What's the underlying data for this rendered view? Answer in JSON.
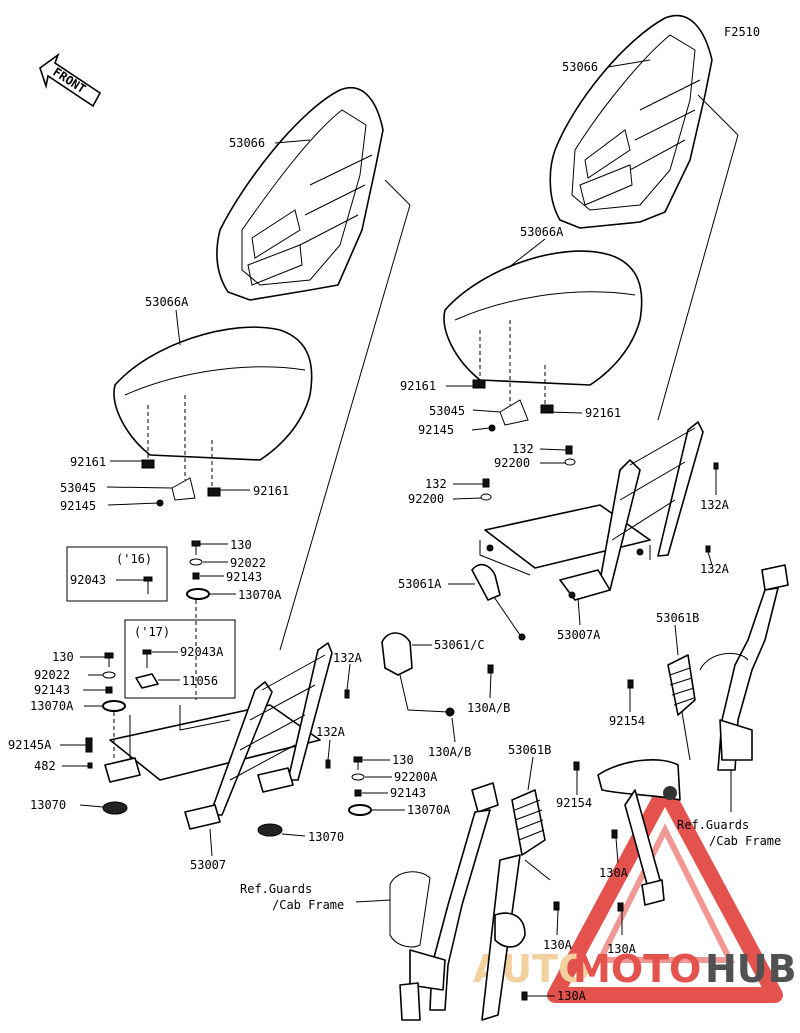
{
  "figure_code": "F2510",
  "front_label": "FRONT",
  "watermark": {
    "part1": "AUTO",
    "part2": "MOTO",
    "part3": "HUB",
    "color_light": "#f2c98e",
    "color_red": "#e0352f",
    "color_dark": "#333333"
  },
  "callouts": {
    "seat_back_right": "53066",
    "seat_back_left": "53066",
    "seat_cushion_right": "53066A",
    "seat_cushion_left": "53066A",
    "r_92161_a": "92161",
    "r_53045": "53045",
    "r_92161_b": "92161",
    "r_92145": "92145",
    "r_132_a": "132",
    "r_92200_a": "92200",
    "r_132_b": "132",
    "r_92200_b": "92200",
    "r_132A_a": "132A",
    "r_132A_b": "132A",
    "r_53061A": "53061A",
    "r_53007A": "53007A",
    "r_130AB": "130A/B",
    "r_53061B": "53061B",
    "r_92154_a": "92154",
    "r_92154_b": "92154",
    "r_ref_guards": "Ref.Guards",
    "r_cab_frame": "/Cab Frame",
    "r_130A_a": "130A",
    "r_130A_b": "130A",
    "l_92161_a": "92161",
    "l_53045": "53045",
    "l_92161_b": "92161",
    "l_92145": "92145",
    "year16": "('16)",
    "l_92043": "92043",
    "l_130_top": "130",
    "l_92022_top": "92022",
    "l_92143_top": "92143",
    "l_13070A_top": "13070A",
    "year17": "('17)",
    "l_92043A": "92043A",
    "l_11056": "11056",
    "l_130_mid": "130",
    "l_92022_mid": "92022",
    "l_92143_mid": "92143",
    "l_13070A_mid": "13070A",
    "l_92145A": "92145A",
    "l_482": "482",
    "l_132A_a": "132A",
    "l_132A_b": "132A",
    "l_53061C": "53061/C",
    "l_130AB": "130A/B",
    "l_130_r": "130",
    "l_92200A": "92200A",
    "l_92143_r": "92143",
    "l_13070A_r": "13070A",
    "l_13070_a": "13070",
    "l_13070_b": "13070",
    "l_53007": "53007",
    "l_53061B": "53061B",
    "l_ref_guards": "Ref.Guards",
    "l_cab_frame": "/Cab Frame",
    "l_130A_a": "130A",
    "l_130A_b": "130A"
  }
}
